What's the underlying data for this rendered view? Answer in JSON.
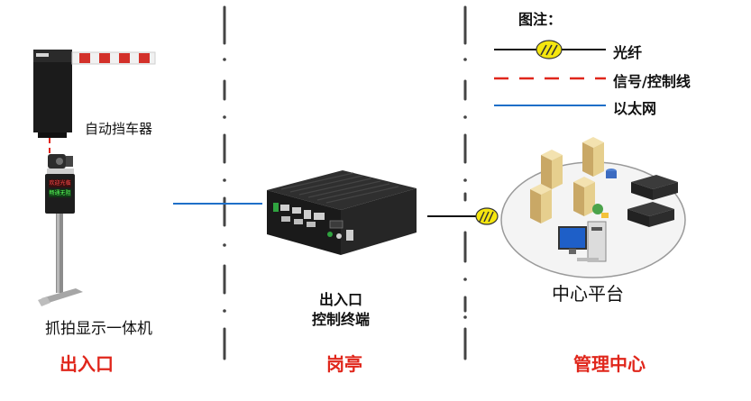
{
  "legend": {
    "title": "图注：",
    "items": [
      {
        "label": "光纤",
        "style": "fiber"
      },
      {
        "label": "信号/控制线",
        "style": "dashed-red"
      },
      {
        "label": "以太网",
        "style": "ethernet"
      }
    ]
  },
  "devices": {
    "barrier": "自动挡车器",
    "camera": "抓拍显示一体机",
    "controller": "出入口\n控制终端",
    "center": "中心平台"
  },
  "zones": {
    "entrance": "出入口",
    "booth": "岗亭",
    "management": "管理中心"
  },
  "screen": {
    "line1": "欢迎光临",
    "line2": "畅通无阻"
  },
  "colors": {
    "fiber": "#111111",
    "signal": "#e0261b",
    "ethernet": "#1e6fc8",
    "accent": "#e0261b"
  }
}
